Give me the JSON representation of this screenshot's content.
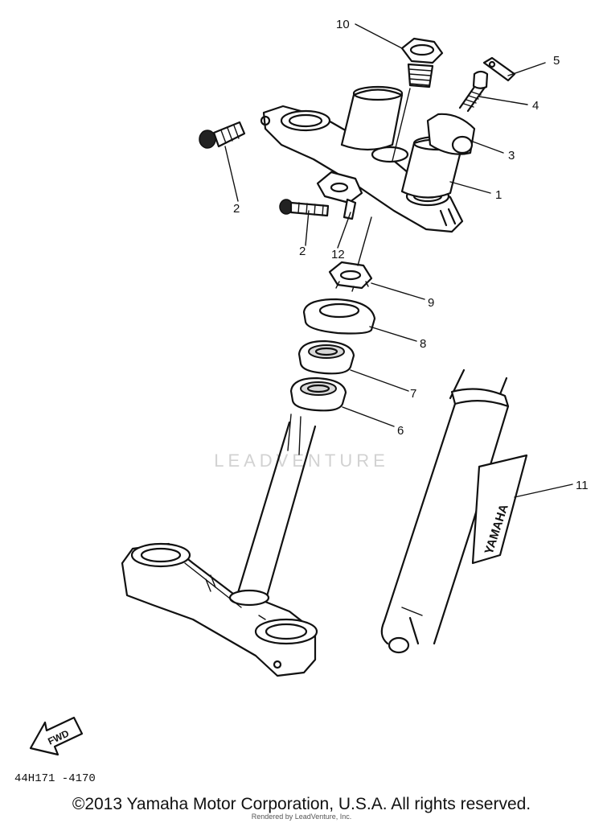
{
  "callouts": {
    "c1": "1",
    "c2a": "2",
    "c2b": "2",
    "c3": "3",
    "c4": "4",
    "c5": "5",
    "c6": "6",
    "c7": "7",
    "c8": "8",
    "c9": "9",
    "c10": "10",
    "c11": "11",
    "c12": "12"
  },
  "decal_text": "YAMAHA",
  "fwd_label": "FWD",
  "diagram_code": "44H171 -4170",
  "watermark": "LEADVENTURE",
  "rendered_by": "Rendered by LeadVenture, Inc.",
  "copyright": "©2013 Yamaha Motor Corporation, U.S.A. All rights reserved."
}
